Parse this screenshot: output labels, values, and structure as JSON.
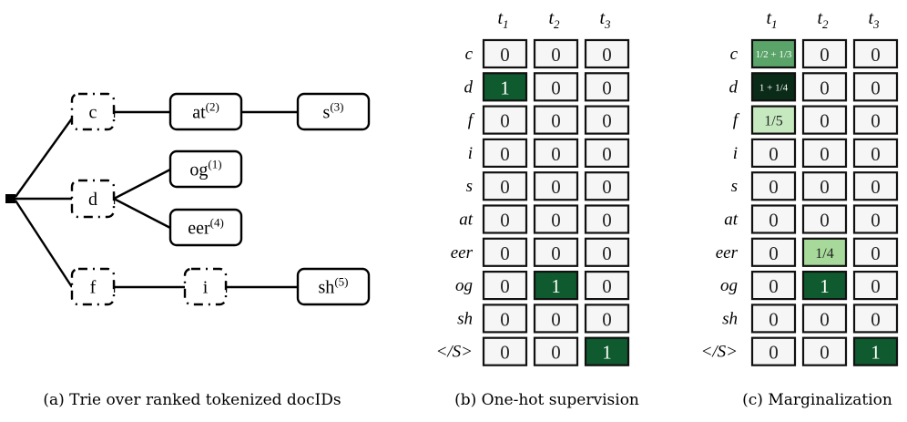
{
  "trie": {
    "caption": "(a) Trie over ranked tokenized docIDs",
    "nodes": [
      {
        "id": "c",
        "label": "c",
        "sup": "",
        "kind": "prefix"
      },
      {
        "id": "at",
        "label": "at",
        "sup": "(2)",
        "kind": "leaf"
      },
      {
        "id": "s",
        "label": "s",
        "sup": "(3)",
        "kind": "leaf"
      },
      {
        "id": "d",
        "label": "d",
        "sup": "",
        "kind": "prefix"
      },
      {
        "id": "og",
        "label": "og",
        "sup": "(1)",
        "kind": "leaf"
      },
      {
        "id": "eer",
        "label": "eer",
        "sup": "(4)",
        "kind": "leaf"
      },
      {
        "id": "f",
        "label": "f",
        "sup": "",
        "kind": "prefix"
      },
      {
        "id": "i",
        "label": "i",
        "sup": "",
        "kind": "prefix"
      },
      {
        "id": "sh",
        "label": "sh",
        "sup": "(5)",
        "kind": "leaf"
      }
    ]
  },
  "columns": [
    "t1",
    "t2",
    "t3"
  ],
  "rows": [
    "c",
    "d",
    "f",
    "i",
    "s",
    "at",
    "eer",
    "og",
    "sh",
    "</S>"
  ],
  "onehot": {
    "caption": "(b) One-hot supervision",
    "cells": [
      [
        "0",
        "0",
        "0"
      ],
      [
        "1",
        "0",
        "0"
      ],
      [
        "0",
        "0",
        "0"
      ],
      [
        "0",
        "0",
        "0"
      ],
      [
        "0",
        "0",
        "0"
      ],
      [
        "0",
        "0",
        "0"
      ],
      [
        "0",
        "0",
        "0"
      ],
      [
        "0",
        "1",
        "0"
      ],
      [
        "0",
        "0",
        "0"
      ],
      [
        "0",
        "0",
        "1"
      ]
    ]
  },
  "marginal": {
    "caption": "(c) Marginalization",
    "cells": [
      [
        "1/2 + 1/3",
        "0",
        "0"
      ],
      [
        "1 + 1/4",
        "0",
        "0"
      ],
      [
        "1/5",
        "0",
        "0"
      ],
      [
        "0",
        "0",
        "0"
      ],
      [
        "0",
        "0",
        "0"
      ],
      [
        "0",
        "0",
        "0"
      ],
      [
        "0",
        "1/4",
        "0"
      ],
      [
        "0",
        "1",
        "0"
      ],
      [
        "0",
        "0",
        "0"
      ],
      [
        "0",
        "0",
        "1"
      ]
    ]
  },
  "colors": {
    "zero": "#f6f6f6",
    "one": "#0f5a2e",
    "1/2 + 1/3": "#5aa469",
    "1 + 1/4": "#0a2b17",
    "1/5": "#c6e9c0",
    "1/4": "#a6d99a"
  }
}
